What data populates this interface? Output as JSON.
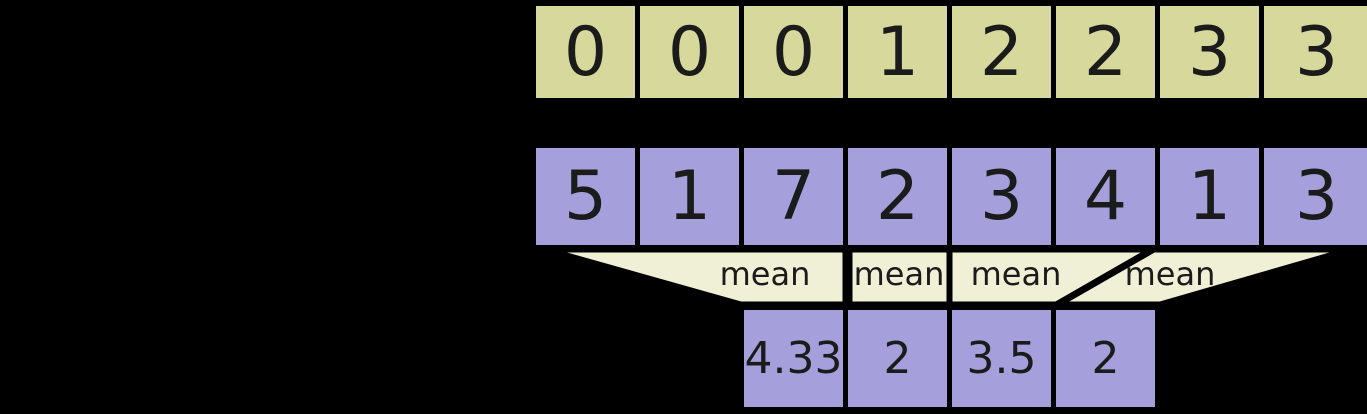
{
  "diagram": {
    "kind": "segment-mean-operation",
    "segment_ids": [
      "0",
      "0",
      "0",
      "1",
      "2",
      "2",
      "3",
      "3"
    ],
    "data_values": [
      "5",
      "1",
      "7",
      "2",
      "3",
      "4",
      "1",
      "3"
    ],
    "operator_labels": [
      "mean",
      "mean",
      "mean",
      "mean"
    ],
    "result_values": [
      "4.33",
      "2",
      "3.5",
      "2"
    ]
  },
  "colors": {
    "background": "#000000",
    "segment-id-cell": "#d6d99b",
    "data-cell": "#a5a0dc",
    "funnel-fill": "#f0f0d6",
    "line": "#000000",
    "text": "#1b1b1b"
  }
}
